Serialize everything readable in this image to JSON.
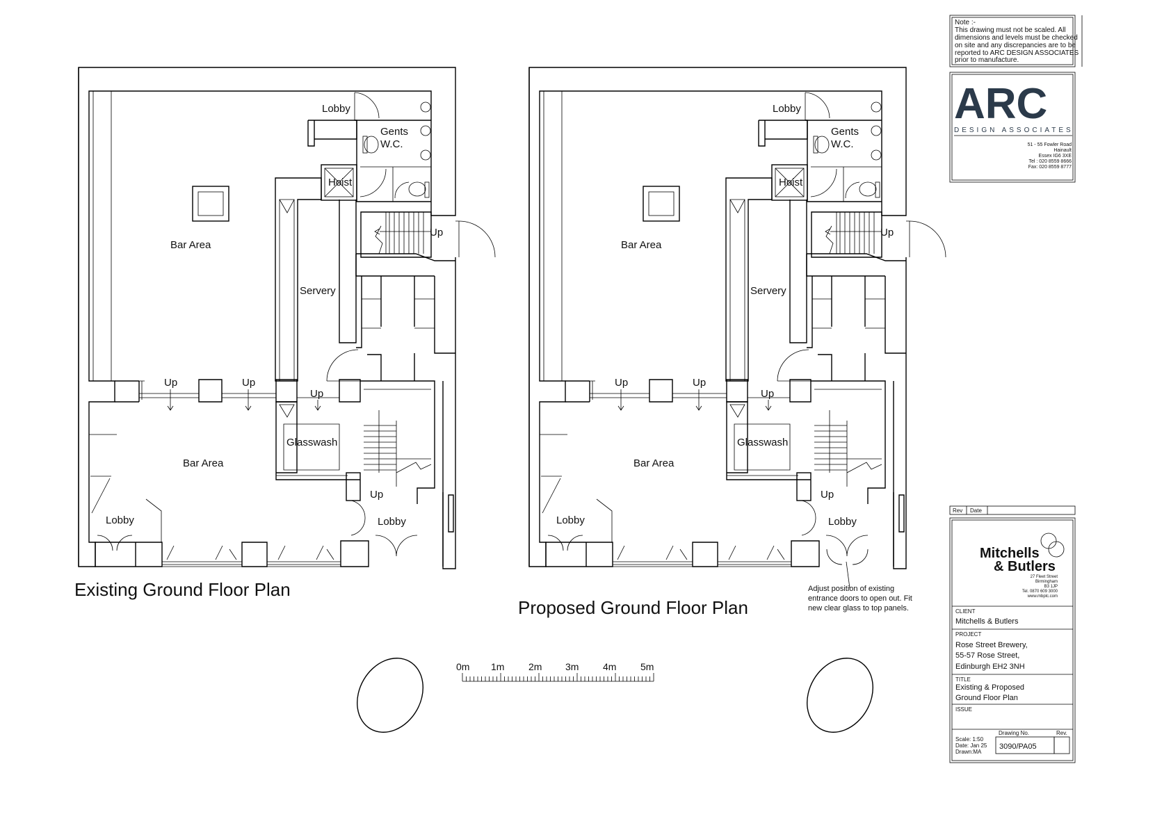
{
  "plans": [
    {
      "title": "Existing Ground Floor Plan",
      "rooms": {
        "lobby_top": "Lobby",
        "gents_line1": "Gents",
        "gents_line2": "W.C.",
        "hoist": "Hoist",
        "bar_area_top": "Bar Area",
        "servery": "Servery",
        "up_stair_top": "Up",
        "up_left": "Up",
        "up_mid": "Up",
        "up_servery": "Up",
        "glasswash": "Glasswash",
        "bar_area_bottom": "Bar Area",
        "lobby_left": "Lobby",
        "up_bottom": "Up",
        "lobby_right": "Lobby"
      }
    },
    {
      "title": "Proposed Ground Floor Plan",
      "rooms": {
        "lobby_top": "Lobby",
        "gents_line1": "Gents",
        "gents_line2": "W.C.",
        "hoist": "Hoist",
        "bar_area_top": "Bar Area",
        "servery": "Servery",
        "up_stair_top": "Up",
        "up_left": "Up",
        "up_mid": "Up",
        "up_servery": "Up",
        "glasswash": "Glasswash",
        "bar_area_bottom": "Bar Area",
        "lobby_left": "Lobby",
        "up_bottom": "Up",
        "lobby_right": "Lobby"
      }
    }
  ],
  "annotation": [
    "Adjust position of existing",
    "entrance doors to open out. Fit",
    "new clear glass to top panels."
  ],
  "scale_bar": [
    "0m",
    "1m",
    "2m",
    "3m",
    "4m",
    "5m"
  ],
  "note": {
    "lines": [
      "Note :-",
      "This drawing must not be scaled. All",
      "dimensions and levels must be checked",
      "on site and any discrepancies are to be",
      "reported to ARC DESIGN ASSOCIATES",
      "prior to manufacture."
    ]
  },
  "architect": {
    "logo": "ARC",
    "name": "DESIGN ASSOCIATES",
    "address": [
      "51 - 55 Fowler Road",
      "Hainault",
      "Essex IG6 3XE",
      "Tel : 020 8559 8666",
      "Fax: 020 8559 8777"
    ]
  },
  "title_block": {
    "rev_label": "Rev",
    "date_label": "Date",
    "client_logo_line1": "Mitchells",
    "client_logo_line2": "& Butlers",
    "client_address": [
      "27 Fleet Street",
      "Birmingham",
      "B3 1JP",
      "Tel. 0870 609 3000",
      "www.mbplc.com"
    ],
    "client_label": "CLIENT",
    "client": "Mitchells & Butlers",
    "project_label": "PROJECT",
    "project": [
      "Rose Street Brewery,",
      "55-57 Rose Street,",
      "Edinburgh EH2 3NH"
    ],
    "title_label": "TITLE",
    "title": [
      "Existing & Proposed",
      "Ground Floor Plan"
    ],
    "issue_label": "ISSUE",
    "drawing_no_label": "Drawing No.",
    "rev_col_label": "Rev.",
    "scale": "Scale: 1:50",
    "date": "Date: Jan 25",
    "drawn": "Drawn:MA",
    "drawing_no": "3090/PA05"
  }
}
